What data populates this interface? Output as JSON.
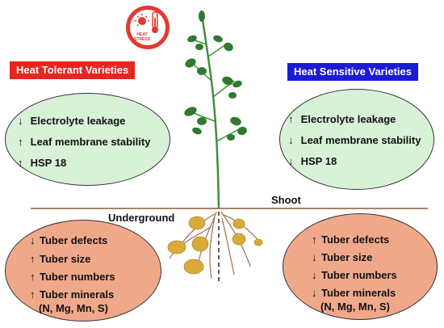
{
  "badge": {
    "text_line1": "HEAT",
    "text_line2": "STRESS"
  },
  "tolerant": {
    "title": "Heat Tolerant Varieties",
    "title_color": "#e8251f",
    "shoot_items": [
      {
        "arrow": "↓",
        "text": "Electrolyte leakage"
      },
      {
        "arrow": "↑",
        "text": "Leaf membrane stability"
      },
      {
        "arrow": "↑",
        "text": "HSP 18"
      }
    ],
    "tuber_items": [
      {
        "arrow": "↓",
        "text": "Tuber defects"
      },
      {
        "arrow": "↑",
        "text": "Tuber size"
      },
      {
        "arrow": "↑",
        "text": "Tuber numbers"
      },
      {
        "arrow": "↑",
        "text": "Tuber minerals"
      }
    ],
    "minerals_detail": "(N, Mg, Mn, S)"
  },
  "sensitive": {
    "title": "Heat Sensitive Varieties",
    "title_color": "#1c1cd6",
    "shoot_items": [
      {
        "arrow": "↑",
        "text": "Electrolyte leakage"
      },
      {
        "arrow": "↓",
        "text": "Leaf membrane stability"
      },
      {
        "arrow": "↓",
        "text": "HSP 18"
      }
    ],
    "tuber_items": [
      {
        "arrow": "↑",
        "text": "Tuber defects"
      },
      {
        "arrow": "↓",
        "text": "Tuber size"
      },
      {
        "arrow": "↓",
        "text": "Tuber numbers"
      },
      {
        "arrow": "↓",
        "text": "Tuber minerals"
      }
    ],
    "minerals_detail": "(N, Mg, Mn, S)"
  },
  "labels": {
    "shoot": "Shoot",
    "underground": "Underground"
  },
  "colors": {
    "shoot_ellipse": "#d8f2d8",
    "tuber_ellipse": "#f0a88a",
    "leaf": "#2f7a2f",
    "stem": "#3f8f3f",
    "ground_line": "#8a5a3a",
    "tuber": "#d9a93a",
    "root": "#a0704a"
  }
}
